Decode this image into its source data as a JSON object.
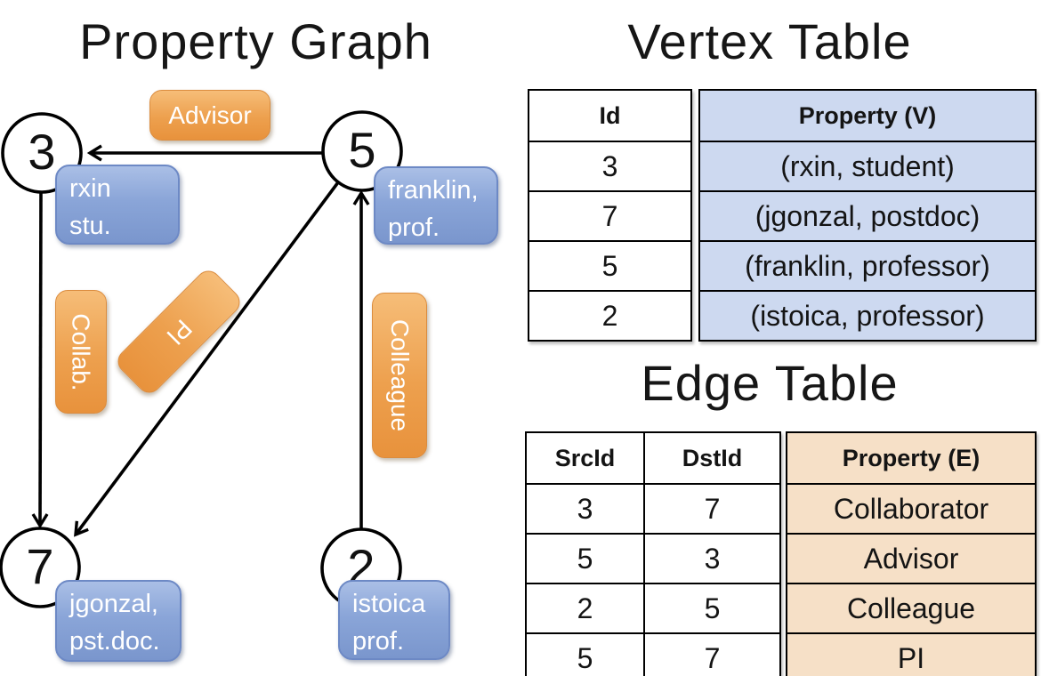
{
  "titles": {
    "graph": "Property Graph",
    "vertex_table": "Vertex Table",
    "edge_table": "Edge Table"
  },
  "colors": {
    "edge_label_orange": "#E8923C",
    "vertex_box_blue": "#7A96CD",
    "vertex_table_fill": "#CDD9F0",
    "edge_table_fill": "#F6E0C7",
    "line_black": "#000000"
  },
  "graph": {
    "nodes": [
      {
        "label": "3"
      },
      {
        "label": "5"
      },
      {
        "label": "7"
      },
      {
        "label": "2"
      }
    ],
    "properties": [
      {
        "line1": "rxin",
        "line2": "stu."
      },
      {
        "line1": "franklin,",
        "line2": "prof."
      },
      {
        "line1": "jgonzal,",
        "line2": "pst.doc."
      },
      {
        "line1": "istoica",
        "line2": "prof."
      }
    ],
    "edge_labels": {
      "advisor": "Advisor",
      "collab": "Collab.",
      "pi": "PI",
      "colleague": "Colleague"
    }
  },
  "vertex_table": {
    "columns": [
      "Id",
      "Property (V)"
    ],
    "rows": [
      [
        "3",
        "(rxin, student)"
      ],
      [
        "7",
        "(jgonzal, postdoc)"
      ],
      [
        "5",
        "(franklin, professor)"
      ],
      [
        "2",
        "(istoica, professor)"
      ]
    ]
  },
  "edge_table": {
    "columns": [
      "SrcId",
      "DstId",
      "Property (E)"
    ],
    "rows": [
      [
        "3",
        "7",
        "Collaborator"
      ],
      [
        "5",
        "3",
        "Advisor"
      ],
      [
        "2",
        "5",
        "Colleague"
      ],
      [
        "5",
        "7",
        "PI"
      ]
    ]
  }
}
